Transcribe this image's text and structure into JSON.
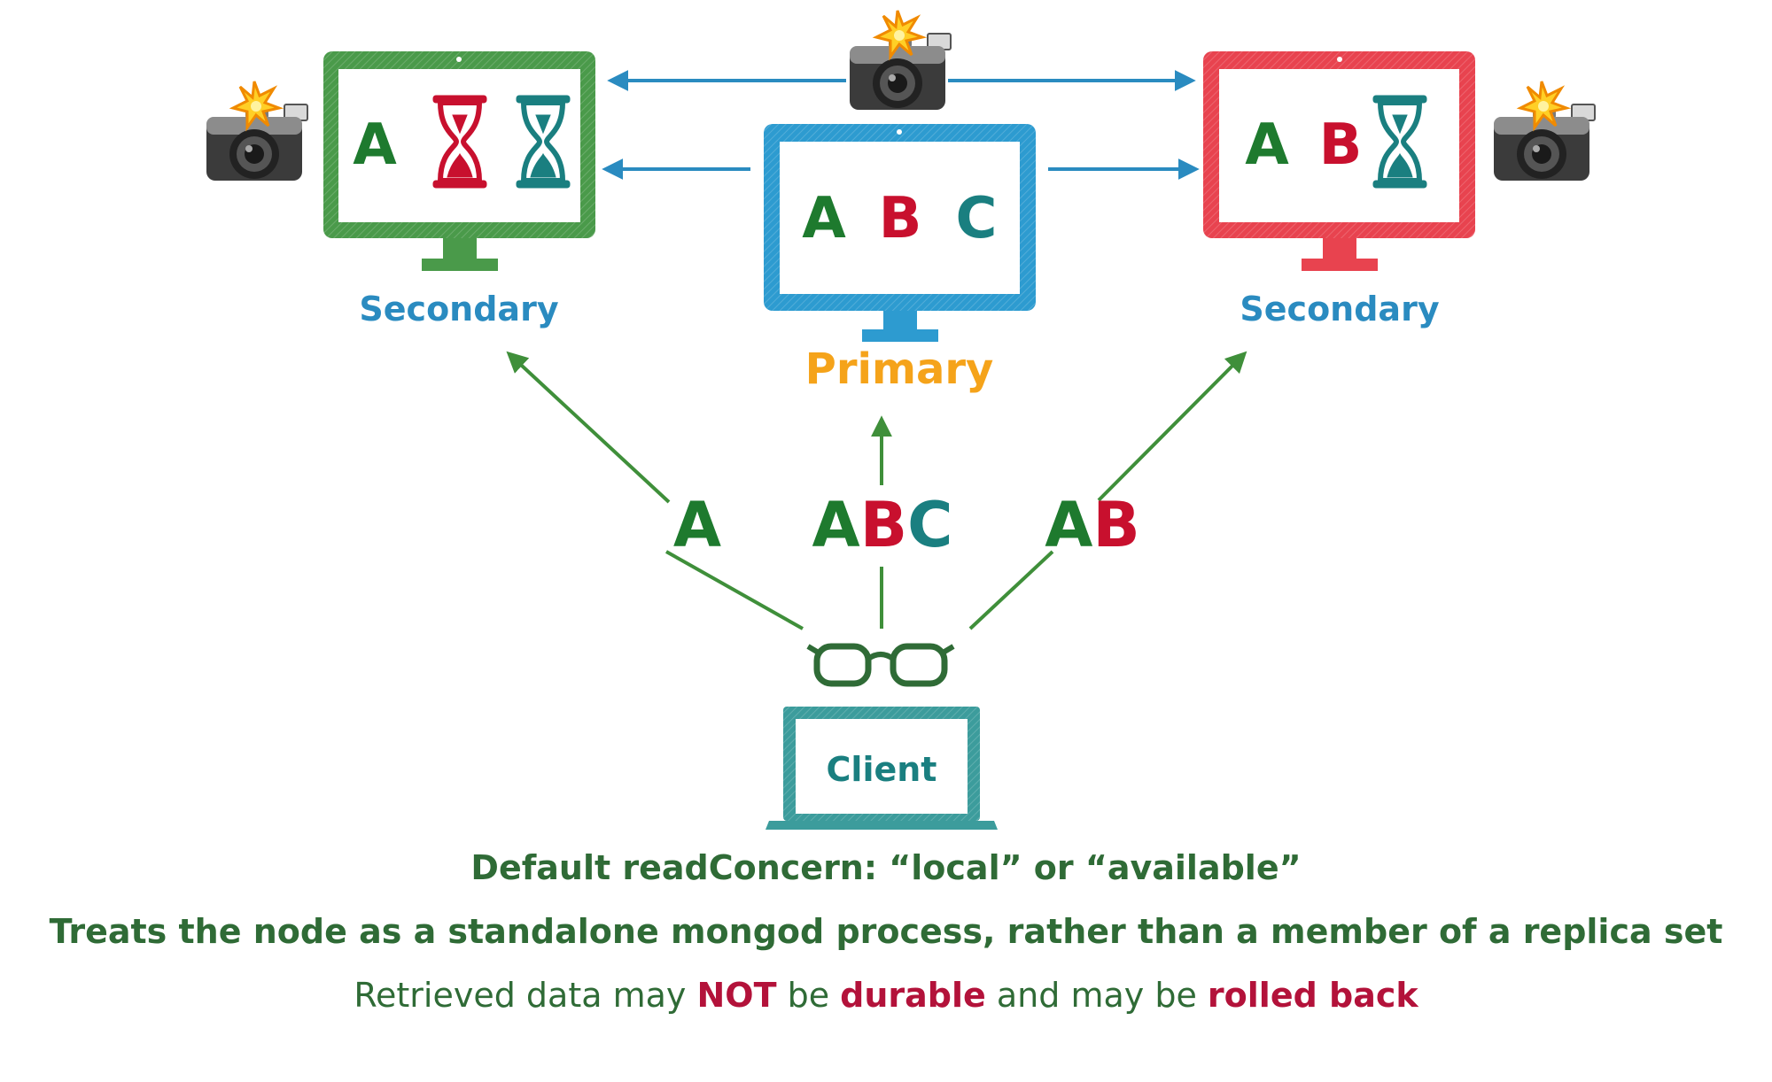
{
  "colors": {
    "green": "#4a9a4a",
    "red": "#e8434f",
    "blue": "#2d9bd0",
    "teal": "#3c9c9c",
    "letter_green": "#1e7a2e",
    "letter_red": "#c8102e",
    "letter_teal": "#1a7f80",
    "orange": "#f5a31a",
    "arrow_blue": "#2a8bc0",
    "arrow_green": "#3f8f3a",
    "caption_green": "#2f6b36",
    "caption_red": "#b3123a"
  },
  "nodes": {
    "secondary_left": {
      "label": "Secondary",
      "letters": [
        "A"
      ],
      "pending": [
        "hourglass-red-icon",
        "hourglass-teal-icon"
      ]
    },
    "primary": {
      "label": "Primary",
      "letters": [
        "A",
        "B",
        "C"
      ]
    },
    "secondary_right": {
      "label": "Secondary",
      "letters": [
        "A",
        "B"
      ],
      "pending": [
        "hourglass-teal-icon"
      ]
    },
    "client": {
      "label": "Client"
    }
  },
  "icons": [
    "camera-flash-icon",
    "hourglass-icon",
    "glasses-icon",
    "laptop-icon",
    "monitor-icon"
  ],
  "reads": {
    "left": "A",
    "center": [
      "A",
      "B",
      "C"
    ],
    "right": [
      "A",
      "B"
    ]
  },
  "captions": {
    "line1": "Default readConcern: “local” or “available”",
    "line2": "Treats the node as a standalone mongod process, rather than a member of a replica set",
    "line3": {
      "p1": "Retrieved data may ",
      "e1": "NOT",
      "p2": " be ",
      "e2": "durable",
      "p3": " and may be ",
      "e3": "rolled back"
    }
  }
}
